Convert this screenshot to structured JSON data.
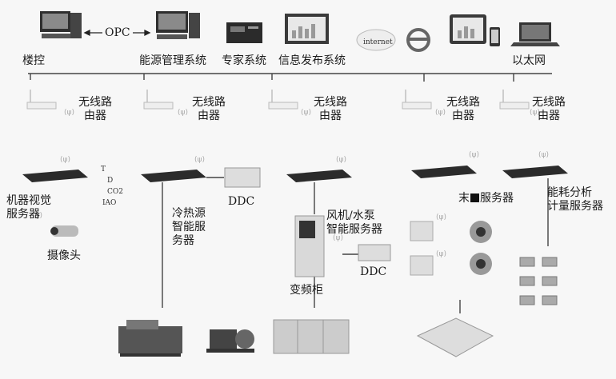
{
  "top_labels": {
    "building_control": "楼控",
    "opc": "OPC",
    "energy_mgmt": "能源管理系统",
    "expert": "专家系统",
    "info_publish": "信息发布系统",
    "internet": "internet",
    "ethernet": "以太网"
  },
  "routers": {
    "label_line1": "无线路",
    "label_line2": "由器"
  },
  "sensors": [
    "T",
    "D",
    "CO2",
    "IAO"
  ],
  "nodes": {
    "vision_server_l1": "机器视觉",
    "vision_server_l2": "服务器",
    "camera": "摄像头",
    "ddc1": "DDC",
    "hvac_l1": "冷热源",
    "hvac_l2": "智能服",
    "hvac_l3": "务器",
    "fan_l1": "风机/水泵",
    "fan_l2": "智能服务器",
    "ddc2": "DDC",
    "vfd": "变频柜",
    "terminal_prefix": "末",
    "terminal_suffix": "服务器",
    "energy_l1": "能耗分析",
    "energy_l2": "计量服务器"
  },
  "colors": {
    "line": "#444444",
    "device_dark": "#2b2b2b",
    "device_light": "#d9d9d9"
  }
}
